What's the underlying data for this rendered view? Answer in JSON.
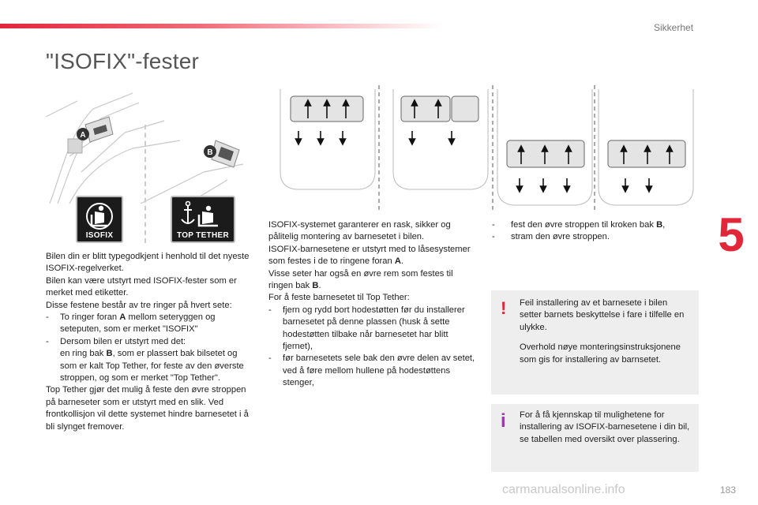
{
  "header": {
    "section": "Sikkerhet"
  },
  "title": "\"ISOFIX\"-fester",
  "chapter": "5",
  "labels": {
    "a": "A",
    "b": "B"
  },
  "icons": {
    "isofix": {
      "label": "ISOFIX",
      "icon": "child-seat-icon"
    },
    "top_tether": {
      "label": "TOP TETHER",
      "icon": "anchor-child-seat-icon"
    }
  },
  "col1": {
    "p1": "Bilen din er blitt typegodkjent i henhold til det nyeste ISOFIX-regelverket.",
    "p2": "Bilen kan være utstyrt med ISOFIX-fester som er merket med etiketter.",
    "p3": "Disse festene består av tre ringer på hvert sete:",
    "li1_pre": "To ringer foran ",
    "li1_bold": "A",
    "li1_post": " mellom seteryggen og seteputen, som er merket \"ISOFIX\"",
    "li2_a": "Dersom bilen er utstyrt med det:",
    "li2_pre": "en ring bak ",
    "li2_bold": "B",
    "li2_post": ", som er plassert bak bilsetet og som er kalt Top Tether, for feste av den øverste stroppen, og som er merket \"Top Tether\".",
    "p4": "Top Tether gjør det mulig å feste den øvre stroppen på barneseter som er utstyrt med en slik. Ved frontkollisjon vil dette systemet hindre barnesetet i å bli slynget fremover."
  },
  "col2": {
    "p1": "ISOFIX-systemet garanterer en rask, sikker og pålitelig montering av barnesetet i bilen.",
    "p2_pre": "ISOFIX-barnesetene er utstyrt med to låsesystemer som festes i de to ringene foran ",
    "p2_bold": "A",
    "p2_post": ".",
    "p3_pre": "Visse seter har også en øvre rem som festes til ringen bak ",
    "p3_bold": "B",
    "p3_post": ".",
    "p4": "For å feste barnesetet til Top Tether:",
    "li1": "fjern og rydd bort hodestøtten før du installerer barnesetet på denne plassen (husk å sette hodestøtten tilbake når barnesetet har blitt fjernet),",
    "li2": "før barnesetets sele bak den øvre delen av setet, ved å føre mellom hullene på hodestøttens stenger,"
  },
  "col3": {
    "li1_pre": "fest den øvre stroppen til kroken bak ",
    "li1_bold": "B",
    "li1_post": ",",
    "li2": "stram den øvre stroppen."
  },
  "warning": {
    "icon": "!",
    "p1": "Feil installering av et barnesete i bilen setter barnets beskyttelse i fare i tilfelle en ulykke.",
    "p2": "Overhold nøye monteringsinstruksjonene som gis for installering av barnsetet."
  },
  "info": {
    "icon": "i",
    "p1": "For å få kjennskap til mulighetene for installering av ISOFIX-barnesetene i din bil, se tabellen med oversikt over plassering."
  },
  "footer": {
    "page": "183",
    "watermark": "carmanualsonline.info"
  },
  "colors": {
    "accent": "#e2263a",
    "info": "#9b3aa8",
    "box_bg": "#eeeeee"
  }
}
